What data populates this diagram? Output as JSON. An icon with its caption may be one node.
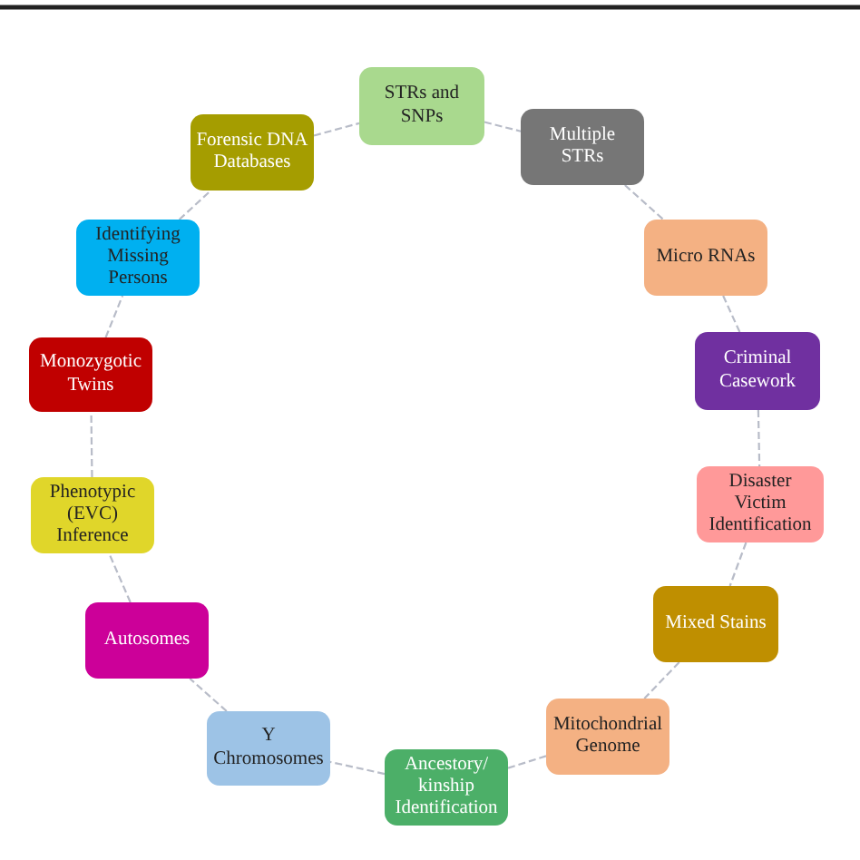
{
  "diagram": {
    "nodes": [
      {
        "text": [
          "STRs and SNPs"
        ]
      },
      {
        "text": [
          "Multiple STRs"
        ]
      },
      {
        "text": [
          "Micro RNAs"
        ]
      },
      {
        "text": [
          "Criminal Casework"
        ]
      },
      {
        "text": [
          "Disaster Victim Identification"
        ]
      },
      {
        "text": [
          "Mixed Stains"
        ]
      },
      {
        "text": [
          "Mitochondrial Genome"
        ]
      },
      {
        "text": [
          "Ancestory/ kinship Identification"
        ]
      },
      {
        "text": [
          "Y Chromosomes"
        ]
      },
      {
        "text": [
          "Autosomes"
        ]
      },
      {
        "text": [
          "Phenotypic (EVC) Inference"
        ]
      },
      {
        "text": [
          "Monozygotic Twins"
        ]
      },
      {
        "text": [
          "Identifying Missing Persons"
        ]
      },
      {
        "text": [
          "Forensic DNA Databases"
        ]
      }
    ],
    "edges": [
      {
        "from": 0,
        "to": 1,
        "arrow": "none",
        "style": "dashed"
      },
      {
        "from": 1,
        "to": 2,
        "arrow": "none",
        "style": "dashed"
      },
      {
        "from": 2,
        "to": 3,
        "arrow": "none",
        "style": "dashed"
      },
      {
        "from": 3,
        "to": 4,
        "arrow": "none",
        "style": "dashed"
      },
      {
        "from": 4,
        "to": 5,
        "arrow": "none",
        "style": "dashed"
      },
      {
        "from": 5,
        "to": 6,
        "arrow": "none",
        "style": "dashed"
      },
      {
        "from": 6,
        "to": 7,
        "arrow": "none",
        "style": "dashed"
      },
      {
        "from": 7,
        "to": 8,
        "arrow": "none",
        "style": "dashed"
      },
      {
        "from": 8,
        "to": 9,
        "arrow": "none",
        "style": "dashed"
      },
      {
        "from": 9,
        "to": 10,
        "arrow": "none",
        "style": "dashed"
      },
      {
        "from": 10,
        "to": 11,
        "arrow": "none",
        "style": "dashed"
      },
      {
        "from": 11,
        "to": 12,
        "arrow": "none",
        "style": "dashed"
      },
      {
        "from": 12,
        "to": 13,
        "arrow": "none",
        "style": "dashed"
      },
      {
        "from": 13,
        "to": 0,
        "arrow": "none",
        "style": "dashed"
      }
    ]
  }
}
